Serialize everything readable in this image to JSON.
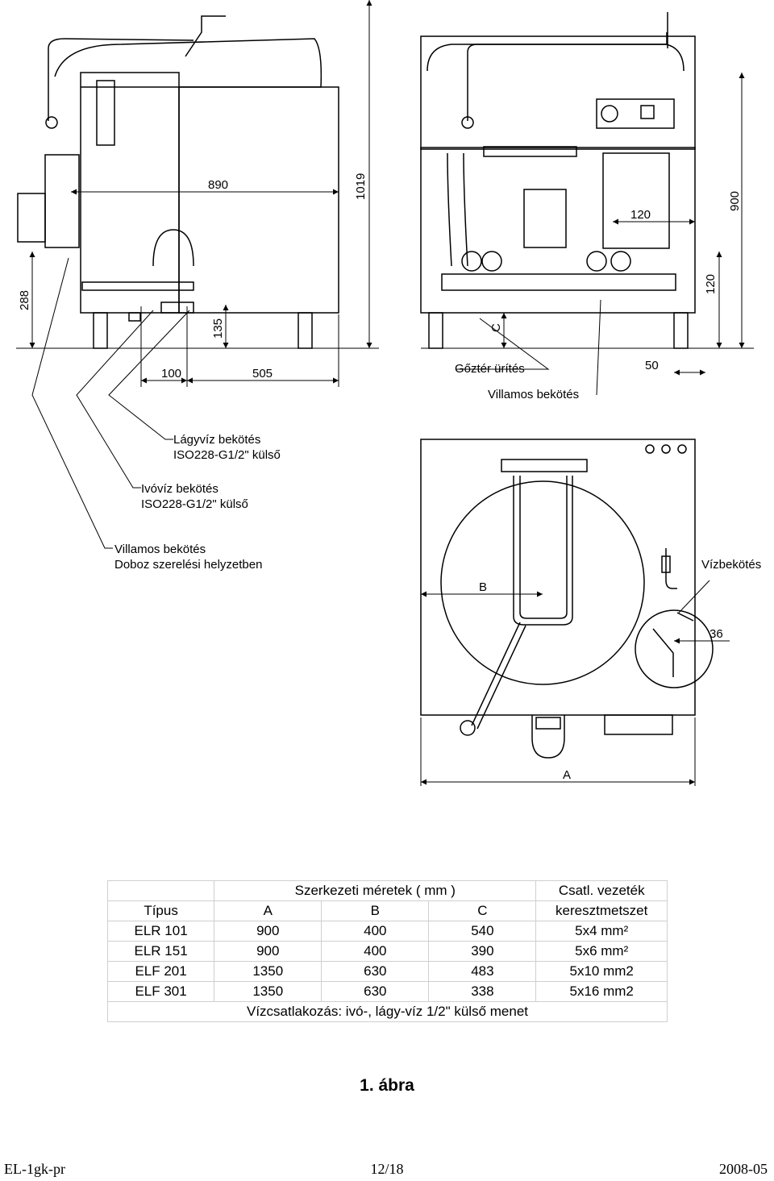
{
  "dimensions": {
    "d890": "890",
    "d1019": "1019",
    "d288": "288",
    "d135": "135",
    "d100": "100",
    "d505": "505",
    "d120a": "120",
    "d900": "900",
    "d120b": "120",
    "dC": "C",
    "d50": "50",
    "dB": "B",
    "d36": "36",
    "dA": "A"
  },
  "labels": {
    "steam_drain": "Gőztér ürítés",
    "electric_top": "Villamos bekötés",
    "soft_water_1": "Lágyvíz bekötés",
    "soft_water_2": "ISO228-G1/2\" külső",
    "drinking_water_1": "Ivóvíz bekötés",
    "drinking_water_2": "ISO228-G1/2\" külső",
    "electric_box_1": "Villamos bekötés",
    "electric_box_2": "Doboz szerelési helyzetben",
    "water_connection": "Vízbekötés"
  },
  "table": {
    "header1": {
      "dims": "Szerkezeti méretek ( mm )",
      "cable": "Csatl. vezeték"
    },
    "header2": {
      "type": "Típus",
      "a": "A",
      "b": "B",
      "c": "C",
      "cable": "keresztmetszet"
    },
    "rows": [
      {
        "type": "ELR 101",
        "a": "900",
        "b": "400",
        "c": "540",
        "cable": "5x4 mm²"
      },
      {
        "type": "ELR 151",
        "a": "900",
        "b": "400",
        "c": "390",
        "cable": "5x6 mm²"
      },
      {
        "type": "ELF 201",
        "a": "1350",
        "b": "630",
        "c": "483",
        "cable": "5x10 mm2"
      },
      {
        "type": "ELF 301",
        "a": "1350",
        "b": "630",
        "c": "338",
        "cable": "5x16 mm2"
      }
    ],
    "footer": "Vízcsatlakozás: ivó-, lágy-víz 1/2\" külső menet"
  },
  "figure_caption": "1. ábra",
  "footer": {
    "left": "EL-1gk-pr",
    "center": "12/18",
    "right": "2008-05"
  }
}
